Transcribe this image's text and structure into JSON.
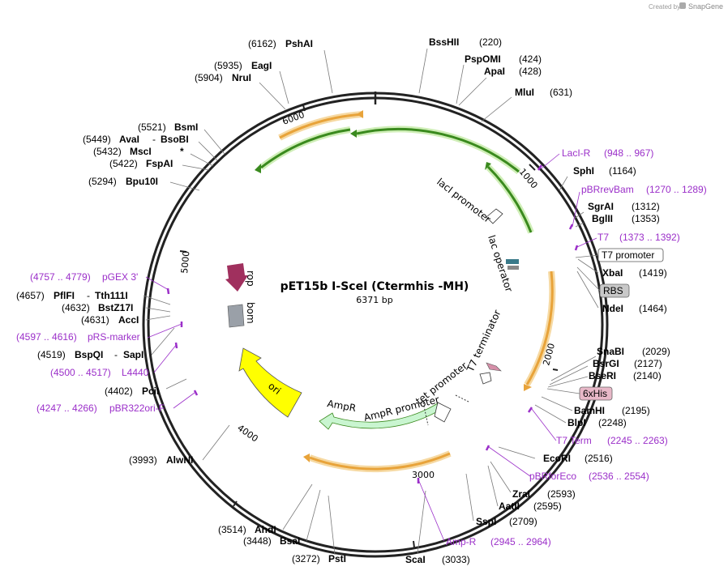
{
  "credit": {
    "prefix": "Created by",
    "brand": "SnapGene"
  },
  "plasmid": {
    "name": "pET15b I-SceI (Ctermhis -MH)",
    "length": "6371 bp"
  },
  "ticks": [
    "1000",
    "2000",
    "3000",
    "4000",
    "5000",
    "6000"
  ],
  "enzymes": [
    {
      "name": "PshAI",
      "pos": "(6162)"
    },
    {
      "name": "BssHII",
      "pos": "(220)"
    },
    {
      "name": "PspOMI",
      "pos": "(424)"
    },
    {
      "name": "ApaI",
      "pos": "(428)"
    },
    {
      "name": "EagI",
      "pos": "(5935)"
    },
    {
      "name": "NruI",
      "pos": "(5904)"
    },
    {
      "name": "MluI",
      "pos": "(631)"
    },
    {
      "name": "BsmI",
      "pos": "(5521)"
    },
    {
      "name": "AvaI",
      "pos": "(5449)"
    },
    {
      "name": "BsoBI",
      "pos": ""
    },
    {
      "name": "MscI",
      "pos": "(5432)"
    },
    {
      "name": "FspAI",
      "pos": "(5422)"
    },
    {
      "name": "SphI",
      "pos": "(1164)"
    },
    {
      "name": "Bpu10I",
      "pos": "(5294)"
    },
    {
      "name": "SgrAI",
      "pos": "(1312)"
    },
    {
      "name": "BglII",
      "pos": "(1353)"
    },
    {
      "name": "XbaI",
      "pos": "(1419)"
    },
    {
      "name": "PflFI",
      "pos": "(4657)"
    },
    {
      "name": "Tth111I",
      "pos": ""
    },
    {
      "name": "NdeI",
      "pos": "(1464)"
    },
    {
      "name": "BstZ17I",
      "pos": "(4632)"
    },
    {
      "name": "AccI",
      "pos": "(4631)"
    },
    {
      "name": "BspQI",
      "pos": "(4519)"
    },
    {
      "name": "SapI",
      "pos": ""
    },
    {
      "name": "SnaBI",
      "pos": "(2029)"
    },
    {
      "name": "BsrGI",
      "pos": "(2127)"
    },
    {
      "name": "BseRI",
      "pos": "(2140)"
    },
    {
      "name": "PciI",
      "pos": "(4402)"
    },
    {
      "name": "BamHI",
      "pos": "(2195)"
    },
    {
      "name": "BlpI",
      "pos": "(2248)"
    },
    {
      "name": "EcoRI",
      "pos": "(2516)"
    },
    {
      "name": "AlwNI",
      "pos": "(3993)"
    },
    {
      "name": "ZraI",
      "pos": "(2593)"
    },
    {
      "name": "AatII",
      "pos": "(2595)"
    },
    {
      "name": "SspI",
      "pos": "(2709)"
    },
    {
      "name": "AhdI",
      "pos": "(3514)"
    },
    {
      "name": "BsaI",
      "pos": "(3448)"
    },
    {
      "name": "PstI",
      "pos": "(3272)"
    },
    {
      "name": "ScaI",
      "pos": "(3033)"
    }
  ],
  "primers": [
    {
      "name": "LacI-R",
      "range": "(948 .. 967)"
    },
    {
      "name": "pBRrevBam",
      "range": "(1270 .. 1289)"
    },
    {
      "name": "T7",
      "range": "(1373 .. 1392)"
    },
    {
      "name": "pGEX 3'",
      "range": "(4757 .. 4779)"
    },
    {
      "name": "pRS-marker",
      "range": "(4597 .. 4616)"
    },
    {
      "name": "L4440",
      "range": "(4500 .. 4517)"
    },
    {
      "name": "pBR322ori-F",
      "range": "(4247 .. 4266)"
    },
    {
      "name": "T7 Term",
      "range": "(2245 .. 2263)"
    },
    {
      "name": "pBRforEco",
      "range": "(2536 .. 2554)"
    },
    {
      "name": "Amp-R",
      "range": "(2945 .. 2964)"
    }
  ],
  "boxed_features": [
    "T7 promoter",
    "RBS",
    "6xHis"
  ],
  "features": [
    "lacI promoter",
    "lac operator",
    "T7 terminator",
    "tet promoter",
    "AmpR promoter",
    "AmpR",
    "ori",
    "rop",
    "bom"
  ],
  "mscI_mark": "*",
  "dash": "-",
  "colors": {
    "backbone": "#222222",
    "orange": "#e8a33a",
    "orange_glow": "#f6d9a2",
    "green": "#3a8a1e",
    "green_glow": "#cfeeb7",
    "purple": "#9b2fc9",
    "ori": "#ffff00",
    "ampr": "#c9f5d0",
    "rop": "#a0305e",
    "bom": "#9aa0a8"
  }
}
